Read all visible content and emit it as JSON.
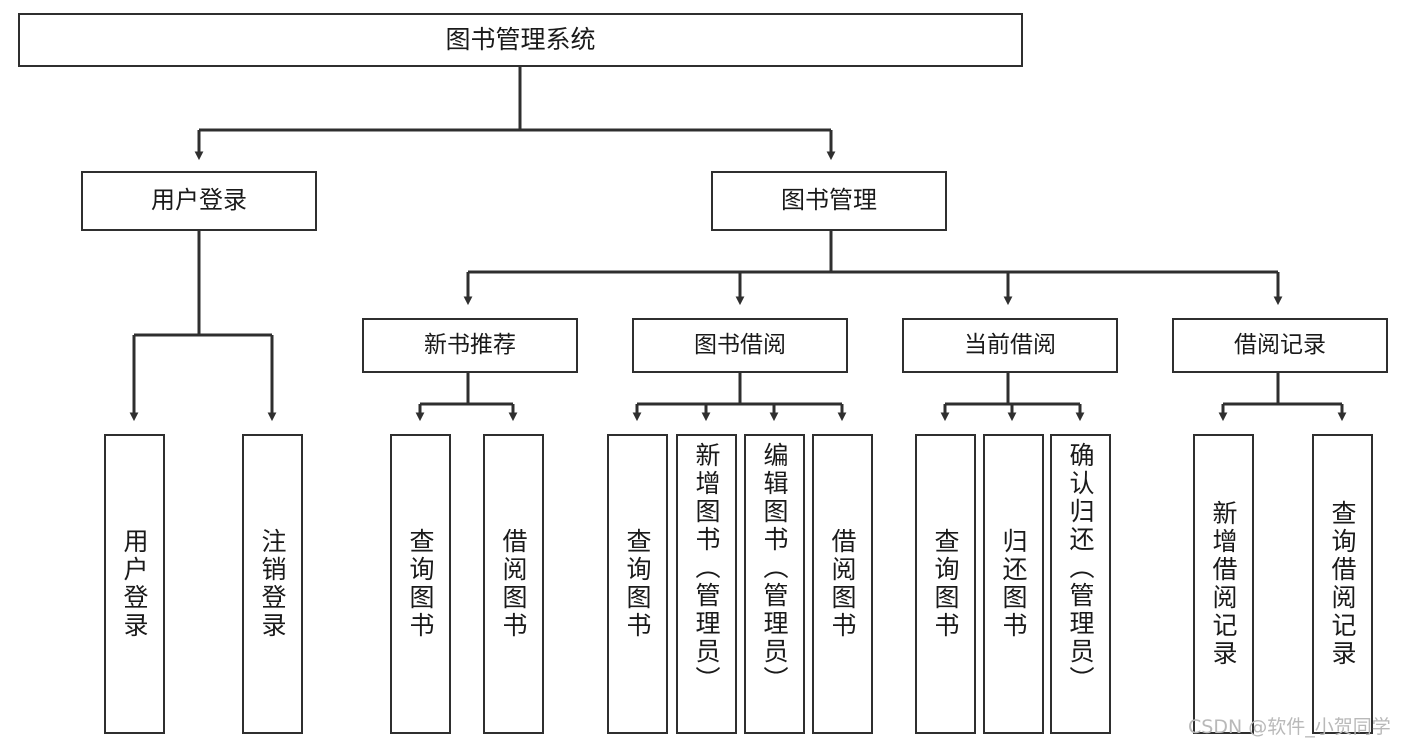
{
  "diagram": {
    "title": "图书管理系统",
    "type": "tree",
    "stroke_color": "#2f2f2f",
    "text_color": "#1a1a1a",
    "background_color": "#ffffff",
    "root": {
      "label": "图书管理系统"
    },
    "level2": [
      {
        "label": "用户登录"
      },
      {
        "label": "图书管理"
      }
    ],
    "level3": [
      {
        "label": "新书推荐"
      },
      {
        "label": "图书借阅"
      },
      {
        "label": "当前借阅"
      },
      {
        "label": "借阅记录"
      }
    ],
    "leaves": {
      "user_login": [
        {
          "label": "用户登录"
        },
        {
          "label": "注销登录"
        }
      ],
      "new_book_recommend": [
        {
          "label": "查询图书"
        },
        {
          "label": "借阅图书"
        }
      ],
      "book_borrow": [
        {
          "label": "查询图书"
        },
        {
          "label": "新增图书（管理员）"
        },
        {
          "label": "编辑图书（管理员）"
        },
        {
          "label": "借阅图书"
        }
      ],
      "current_borrow": [
        {
          "label": "查询图书"
        },
        {
          "label": "归还图书"
        },
        {
          "label": "确认归还（管理员）"
        }
      ],
      "borrow_record": [
        {
          "label": "新增借阅记录"
        },
        {
          "label": "查询借阅记录"
        }
      ]
    }
  },
  "watermark": {
    "text": "CSDN @软件_小贺同学"
  }
}
